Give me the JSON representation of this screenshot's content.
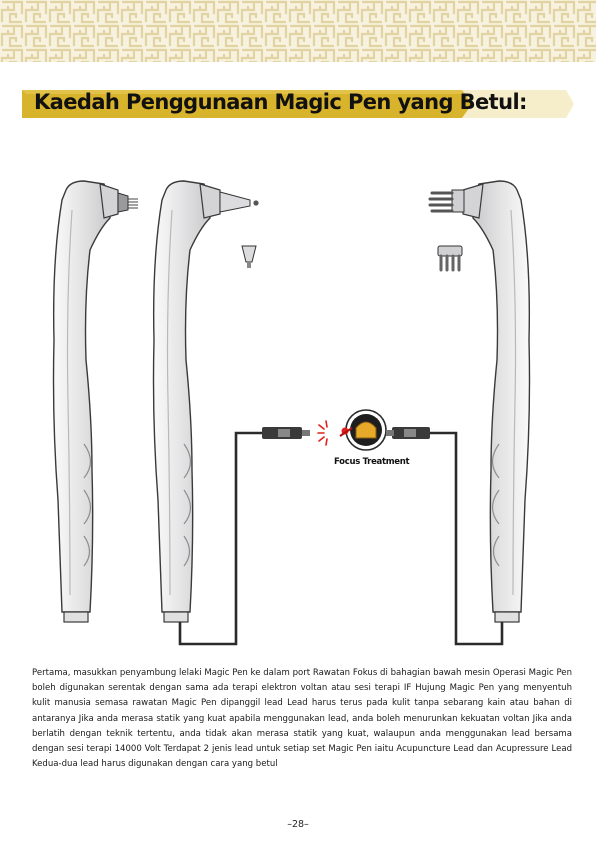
{
  "page_title": "Kaedah Penggunaan Magic Pen yang Betul:",
  "illustration": {
    "focus_label": "Focus Treatment"
  },
  "body_text": "Pertama, masukkan penyambung lelaki Magic Pen ke dalam port Rawatan Fokus di bahagian bawah mesin Operasi Magic Pen boleh digunakan serentak dengan sama ada terapi elektron voltan atau sesi terapi IF Hujung Magic Pen yang menyentuh kulit manusia semasa rawatan Magic Pen dipanggil lead Lead harus terus pada kulit tanpa sebarang kain atau bahan di antaranya Jika anda merasa statik yang kuat apabila menggunakan lead, anda boleh menurunkan kekuatan voltan Jika anda berlatih dengan teknik tertentu, anda tidak akan merasa statik yang kuat, walaupun anda menggunakan lead bersama dengan sesi terapi 14000 Volt Terdapat 2 jenis lead untuk setiap set Magic Pen iaitu Acupuncture Lead dan Acupressure Lead Kedua-dua lead harus digunakan dengan cara yang betul",
  "page_number": "–28–",
  "colors": {
    "banner_gold": "#d8b32c",
    "banner_pale": "#f6eecb",
    "pattern_bg": "#f7f2df",
    "pattern_line": "#e2d4a2",
    "pen_body": "#e9e9ea",
    "pen_outline": "#3a3a3a",
    "cable": "#2b2b2b",
    "spark_red": "#e0201a"
  },
  "icons": [
    "greek-key-pattern",
    "magic-pen-icon",
    "acupuncture-lead-icon",
    "acupressure-lead-icon",
    "connector-icon",
    "focus-port-icon",
    "spark-icon"
  ]
}
